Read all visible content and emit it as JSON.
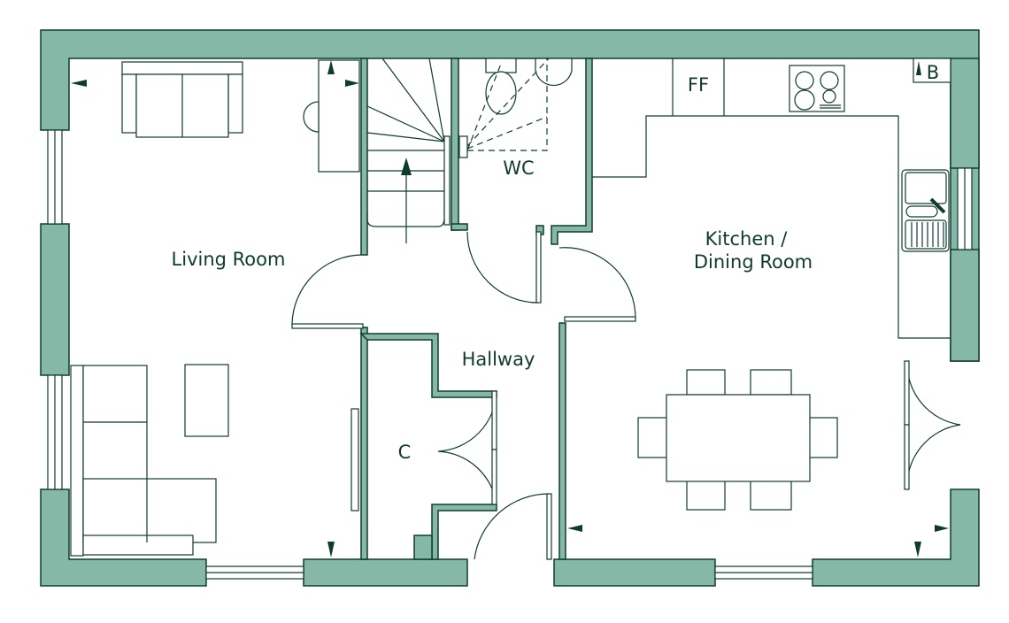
{
  "title": "Ground floor plan",
  "colors": {
    "wall": "#86b8a8",
    "line": "#0f3b2e",
    "background": "#ffffff"
  },
  "rooms": {
    "living": "Living Room",
    "hallway": "Hallway",
    "wc": "WC",
    "cupboard": "C",
    "kitchen_line1": "Kitchen /",
    "kitchen_line2": "Dining Room"
  },
  "fixtures": {
    "fridge_freezer": "FF",
    "boiler": "B"
  }
}
